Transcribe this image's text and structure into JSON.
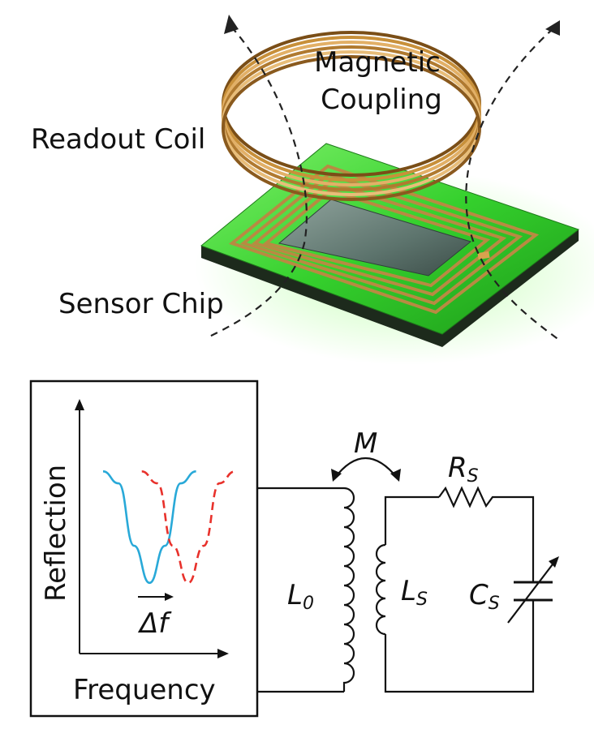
{
  "illustration": {
    "readout_coil_label": "Readout Coil",
    "magnetic_coupling_line1": "Magnetic",
    "magnetic_coupling_line2": "Coupling",
    "sensor_chip_label": "Sensor Chip",
    "colors": {
      "coil_copper": "#c8903a",
      "chip_green": "#3fd23a",
      "sensor_plate": "#6e8f86"
    }
  },
  "circuit": {
    "mutual_inductance_label": "M",
    "readout_inductor_label": "L",
    "readout_inductor_subscript": "0",
    "sensor_inductor_label": "L",
    "sensor_inductor_subscript": "S",
    "resistor_label": "R",
    "resistor_subscript": "S",
    "capacitor_label": "C",
    "capacitor_subscript": "S"
  },
  "chart_data": {
    "type": "line",
    "ylabel": "Reflection",
    "xlabel": "Frequency",
    "annotation": "Δf",
    "series": [
      {
        "color": "#29a9d8",
        "style": "solid",
        "center": 0.3,
        "values": [
          [
            0.0,
            0.8
          ],
          [
            0.1,
            0.72
          ],
          [
            0.2,
            0.3
          ],
          [
            0.3,
            0.05
          ],
          [
            0.4,
            0.3
          ],
          [
            0.5,
            0.72
          ],
          [
            0.6,
            0.8
          ]
        ]
      },
      {
        "color": "#e8312b",
        "style": "dashed",
        "center": 0.55,
        "values": [
          [
            0.25,
            0.8
          ],
          [
            0.35,
            0.72
          ],
          [
            0.45,
            0.3
          ],
          [
            0.55,
            0.05
          ],
          [
            0.65,
            0.3
          ],
          [
            0.75,
            0.72
          ],
          [
            0.85,
            0.8
          ]
        ]
      }
    ],
    "grid": false
  }
}
